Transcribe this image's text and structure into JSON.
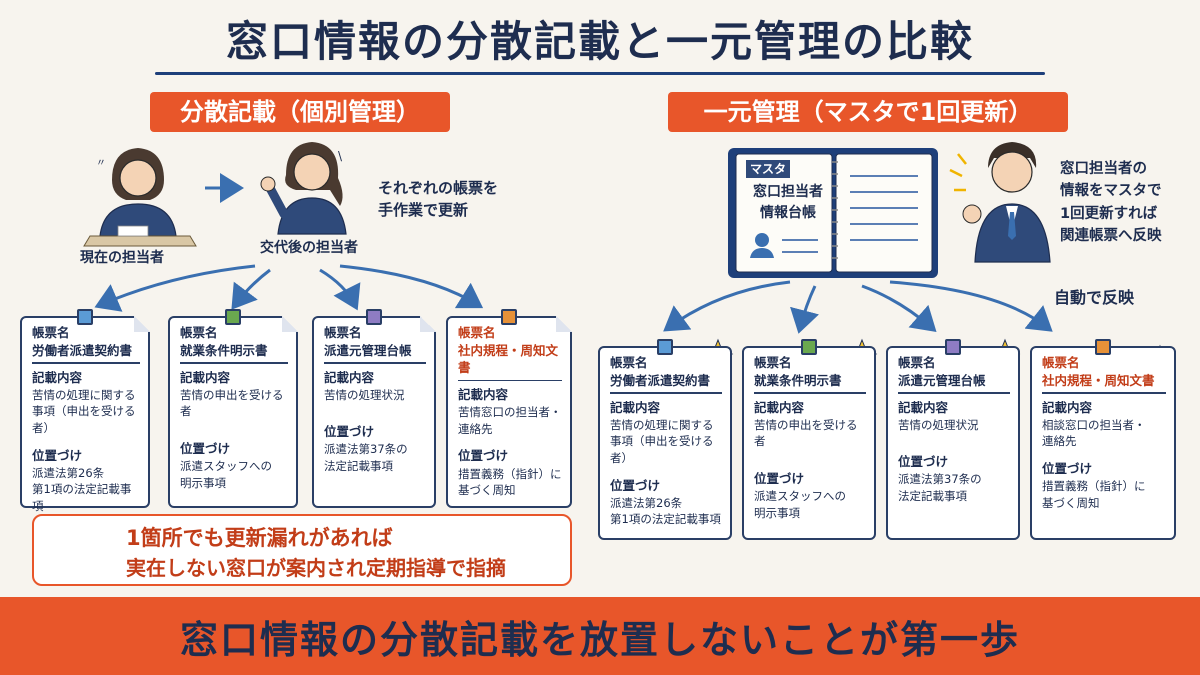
{
  "title": "窓口情報の分散記載と一元管理の比較",
  "left": {
    "heading": "分散記載（個別管理）",
    "current_person": "現在の担当者",
    "next_person": "交代後の担当者",
    "note_lines": [
      "それぞれの帳票を",
      "手作業で更新"
    ],
    "warning_lines": [
      "1箇所でも更新漏れがあれば",
      "実在しない窓口が案内され定期指導で指摘"
    ]
  },
  "right": {
    "heading": "一元管理（マスタで1回更新）",
    "master_tag": "マスタ",
    "master_title": [
      "窓口担当者",
      "情報台帳"
    ],
    "note_lines": [
      "窓口担当者の",
      "情報をマスタで",
      "1回更新すれば",
      "関連帳票へ反映"
    ],
    "auto_label": "自動で反映"
  },
  "labels": {
    "doc_name": "帳票名",
    "content": "記載内容",
    "position": "位置づけ"
  },
  "left_cards": [
    {
      "name": "労働者派遣契約書",
      "content": [
        "苦情の処理に関する",
        "事項（申出を受ける者）"
      ],
      "position": [
        "派遣法第26条",
        "第1項の法定記載事項"
      ],
      "color": "#5b9bd5"
    },
    {
      "name": "就業条件明示書",
      "content": [
        "苦情の申出を受ける者"
      ],
      "position": [
        "派遣スタッフへの",
        "明示事項"
      ],
      "color": "#6aa84f"
    },
    {
      "name": "派遣元管理台帳",
      "content": [
        "苦情の処理状況"
      ],
      "position": [
        "派遣法第37条の",
        "法定記載事項"
      ],
      "color": "#8e7cc3"
    },
    {
      "name": "社内規程・周知文書",
      "content": [
        "苦情窓口の担当者・",
        "連絡先"
      ],
      "position": [
        "措置義務（指針）に",
        "基づく周知"
      ],
      "color": "#e69138"
    }
  ],
  "right_cards": [
    {
      "name": "労働者派遣契約書",
      "content": [
        "苦情の処理に関する",
        "事項（申出を受ける者）"
      ],
      "position": [
        "派遣法第26条",
        "第1項の法定記載事項"
      ],
      "color": "#5b9bd5"
    },
    {
      "name": "就業条件明示書",
      "content": [
        "苦情の申出を受ける者"
      ],
      "position": [
        "派遣スタッフへの",
        "明示事項"
      ],
      "color": "#6aa84f"
    },
    {
      "name": "派遣元管理台帳",
      "content": [
        "苦情の処理状況"
      ],
      "position": [
        "派遣法第37条の",
        "法定記載事項"
      ],
      "color": "#8e7cc3"
    },
    {
      "name": "社内規程・周知文書",
      "content": [
        "相談窓口の担当者・",
        "連絡先"
      ],
      "position": [
        "措置義務（指針）に",
        "基づく周知"
      ],
      "color": "#e69138"
    }
  ],
  "footer": "窓口情報の分散記載を放置しないことが第一歩",
  "colors": {
    "accent": "#e8562a",
    "navy": "#1e2d4f",
    "warn": "#c23d18"
  }
}
